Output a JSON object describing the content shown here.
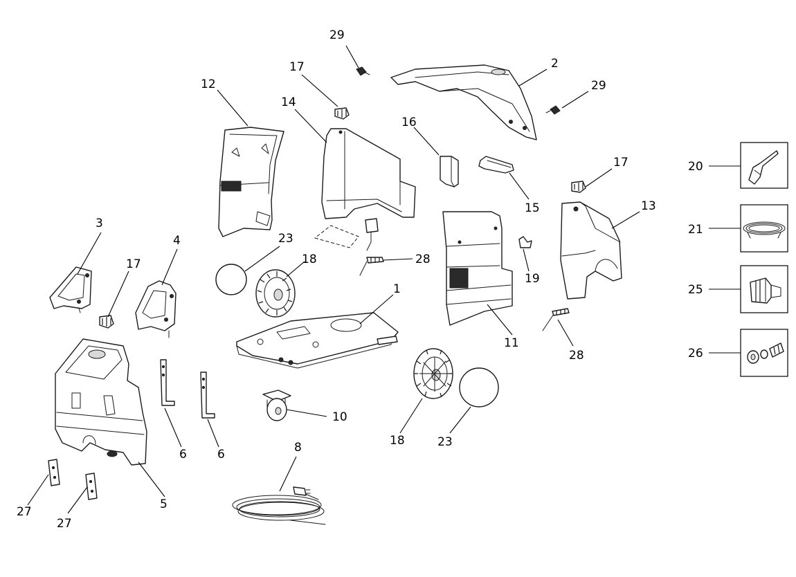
{
  "callouts": {
    "c1": "1",
    "c2": "2",
    "c3": "3",
    "c4": "4",
    "c5": "5",
    "c6a": "6",
    "c6b": "6",
    "c8": "8",
    "c10": "10",
    "c11": "11",
    "c12": "12",
    "c13": "13",
    "c14": "14",
    "c15": "15",
    "c16": "16",
    "c17a": "17",
    "c17b": "17",
    "c17c": "17",
    "c18a": "18",
    "c18b": "18",
    "c19": "19",
    "c20": "20",
    "c21": "21",
    "c23a": "23",
    "c23b": "23",
    "c25": "25",
    "c26": "26",
    "c27a": "27",
    "c27b": "27",
    "c28a": "28",
    "c28b": "28",
    "c29a": "29",
    "c29b": "29"
  }
}
